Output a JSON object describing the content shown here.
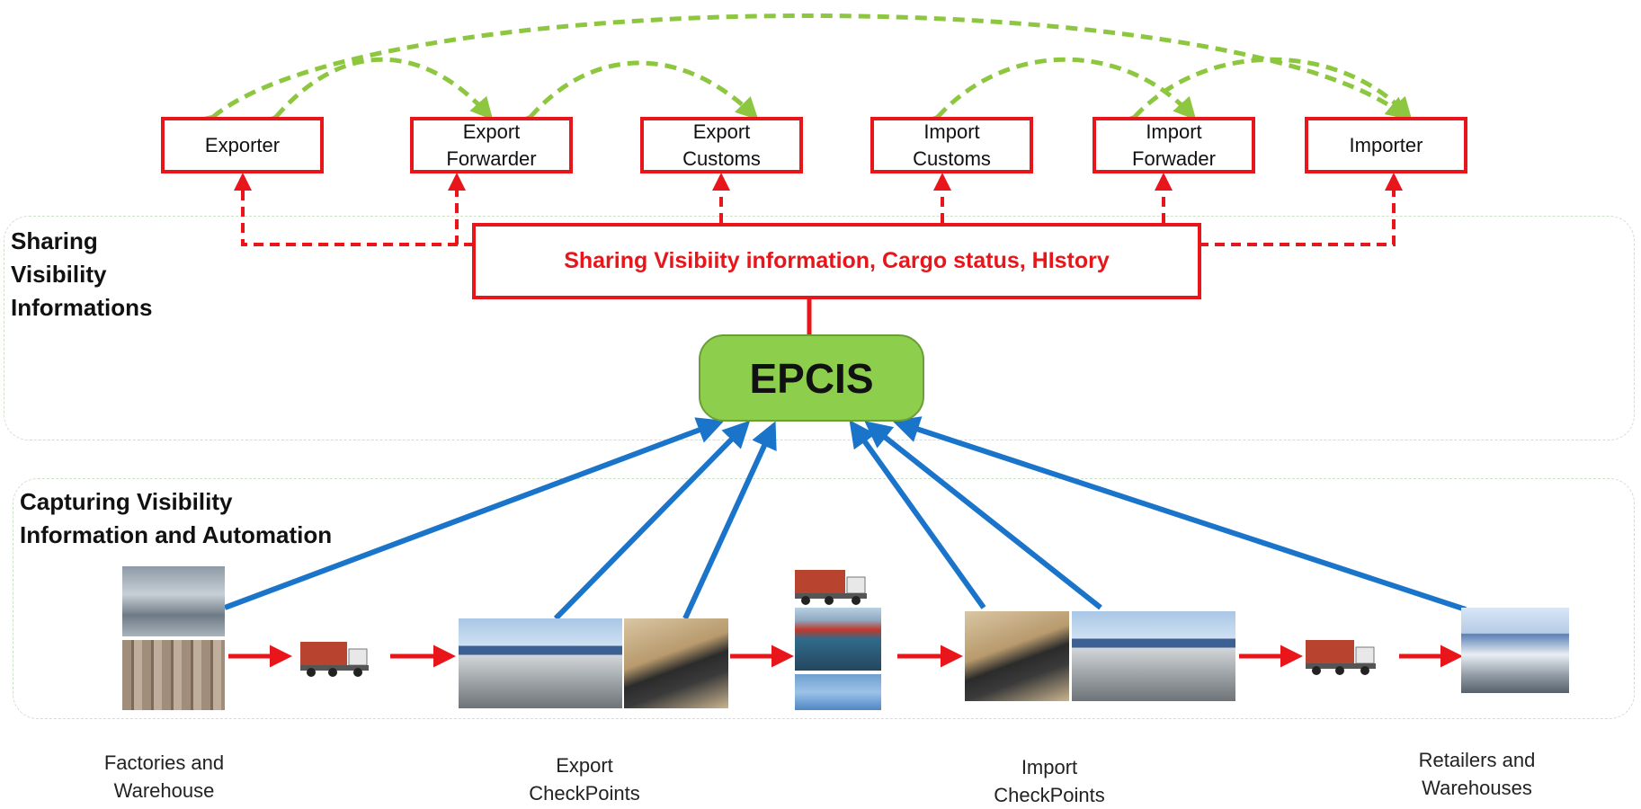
{
  "sections": {
    "sharing_title": [
      "Sharing",
      "Visibility",
      "Informations"
    ],
    "capturing_title": [
      "Capturing Visibility",
      "Information and Automation"
    ]
  },
  "roles": [
    {
      "lines": [
        "Exporter"
      ]
    },
    {
      "lines": [
        "Export",
        "Forwarder"
      ]
    },
    {
      "lines": [
        "Export",
        "Customs"
      ]
    },
    {
      "lines": [
        "Import",
        "Customs"
      ]
    },
    {
      "lines": [
        "Import",
        "Forwader"
      ]
    },
    {
      "lines": [
        "Importer"
      ]
    }
  ],
  "sharing_box": "Sharing Visibiity information, Cargo status, HIstory",
  "hub": "EPCIS",
  "captions": [
    {
      "lines": [
        "Factories and",
        "Warehouse"
      ]
    },
    {
      "lines": [
        "Export",
        "CheckPoints"
      ]
    },
    {
      "lines": [
        "Import",
        "CheckPoints"
      ]
    },
    {
      "lines": [
        "Retailers and",
        "Warehouses"
      ]
    }
  ],
  "images": {
    "factory_top": "factory-floor-photo",
    "factory_bottom": "warehouse-photo",
    "truck": "truck-icon",
    "export_gate": "checkpoint-gate-photo",
    "export_inspection": "inspection-photo",
    "ship": "container-ship-photo",
    "plane": "airplane-photo",
    "retail": "retail-warehouse-photo"
  },
  "colors": {
    "role_border": "#e8161a",
    "share_arrow": "#e8161a",
    "peer_arrow": "#8dc63f",
    "capture_arrow": "#1a74c9",
    "epcis_fill": "#8dce4c"
  }
}
